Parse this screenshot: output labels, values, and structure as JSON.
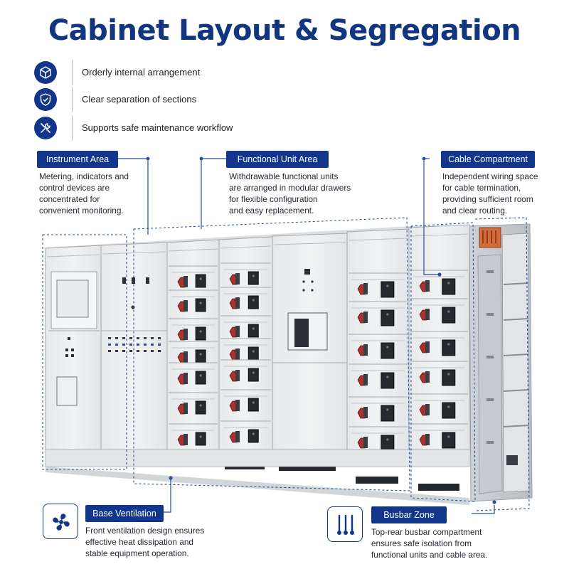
{
  "title": "Cabinet Layout & Segregation",
  "features": [
    {
      "icon": "cube-icon",
      "text": "Orderly internal arrangement"
    },
    {
      "icon": "shield-check-icon",
      "text": "Clear separation of sections"
    },
    {
      "icon": "tools-icon",
      "text": "Supports safe maintenance workflow"
    }
  ],
  "callouts": {
    "instrument": {
      "label": "Instrument Area",
      "lines": [
        "Metering, indicators and",
        "control devices are",
        "concentrated for",
        "convenient monitoring."
      ]
    },
    "functional": {
      "label": "Functional Unit Area",
      "lines": [
        "Withdrawable functional units",
        "are arranged in modular drawers",
        "for flexible configuration",
        "and easy replacement."
      ]
    },
    "cable": {
      "label": "Cable Compartment",
      "lines": [
        "Independent wiring space",
        "for cable termination,",
        "providing sufficient room",
        "and clear routing."
      ]
    },
    "ventilation": {
      "label": "Base Ventilation",
      "icon": "fan-icon",
      "lines": [
        "Front ventilation design ensures",
        "effective heat dissipation and",
        "stable equipment operation."
      ]
    },
    "busbar": {
      "label": "Busbar Zone",
      "icon": "busbar-icon",
      "lines": [
        "Top-rear busbar compartment",
        "ensures safe isolation from",
        "functional units and cable area."
      ]
    }
  },
  "colors": {
    "accent": "#12378a",
    "handle": "#a9322e",
    "cabinet": "#eceeef",
    "copper": "#d46b3a"
  }
}
